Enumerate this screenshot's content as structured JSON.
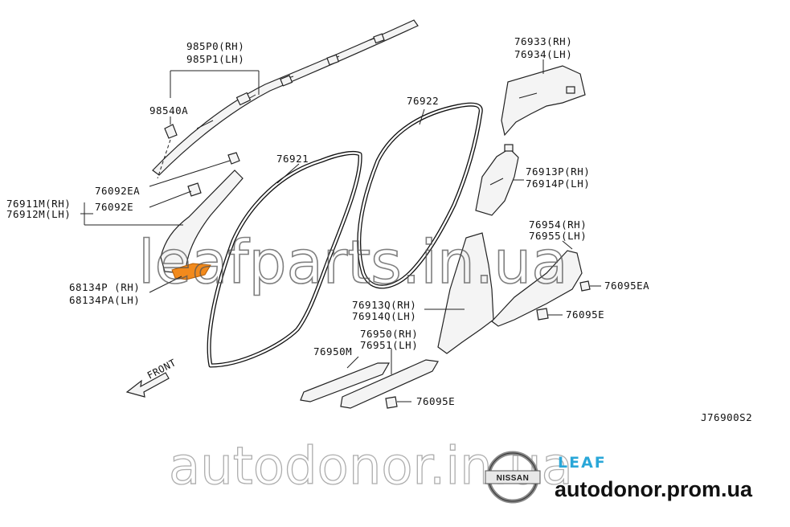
{
  "diagram_code": "J76900S2",
  "labels": {
    "p985p0": "985P0(RH)",
    "p985p1": "985P1(LH)",
    "p98540a": "98540A",
    "p76092ea": "76092EA",
    "p76092e": "76092E",
    "p76911m": "76911M(RH)",
    "p76912m": "76912M(LH)",
    "p68134p": "68134P (RH)",
    "p68134pa": "68134PA(LH)",
    "p76921": "76921",
    "p76922": "76922",
    "p76933": "76933(RH)",
    "p76934": "76934(LH)",
    "p76913p": "76913P(RH)",
    "p76914p": "76914P(LH)",
    "p76954": "76954(RH)",
    "p76955": "76955(LH)",
    "p76095ea": "76095EA",
    "p76095e_right": "76095E",
    "p76913q": "76913Q(RH)",
    "p76914q": "76914Q(LH)",
    "p76950": "76950(RH)",
    "p76951": "76951(LH)",
    "p76950m": "76950M",
    "p76095e_bottom": "76095E",
    "front": "FRONT"
  },
  "watermarks": {
    "top": "leafparts.in.ua",
    "bottom": "autodonor.in.ua"
  },
  "branding": {
    "nissan_logo_text": "NISSAN",
    "model_text": "LEAF",
    "site": "autodonor.prom.ua"
  },
  "colors": {
    "highlight_part": "#f28a1c",
    "leaf_blue": "#2aa7d8"
  }
}
